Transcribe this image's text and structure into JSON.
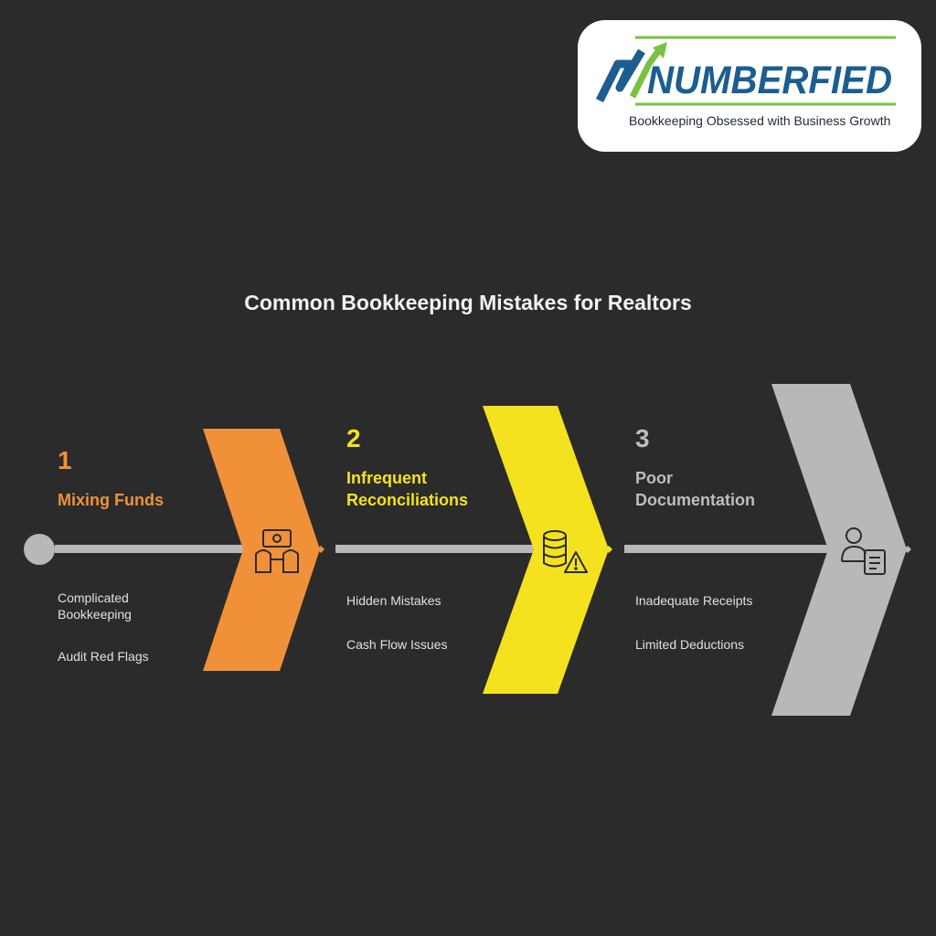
{
  "logo": {
    "brand": "NUMBERFIED",
    "tagline": "Bookkeeping Obsessed with Business Growth"
  },
  "title": "Common Bookkeeping Mistakes for Realtors",
  "steps": [
    {
      "number": "1",
      "title_lines": [
        "Mixing Funds"
      ],
      "details": [
        "Complicated Bookkeeping",
        "Audit Red Flags"
      ],
      "icon": "money-hands-icon",
      "color": "#f0913a"
    },
    {
      "number": "2",
      "title_lines": [
        "Infrequent",
        "Reconciliations"
      ],
      "details": [
        "Hidden Mistakes",
        "Cash Flow Issues"
      ],
      "icon": "database-warning-icon",
      "color": "#f4e21e"
    },
    {
      "number": "3",
      "title_lines": [
        "Poor",
        "Documentation"
      ],
      "details": [
        "Inadequate Receipts",
        "Limited Deductions"
      ],
      "icon": "person-document-icon",
      "color": "#b8b8b8"
    }
  ]
}
